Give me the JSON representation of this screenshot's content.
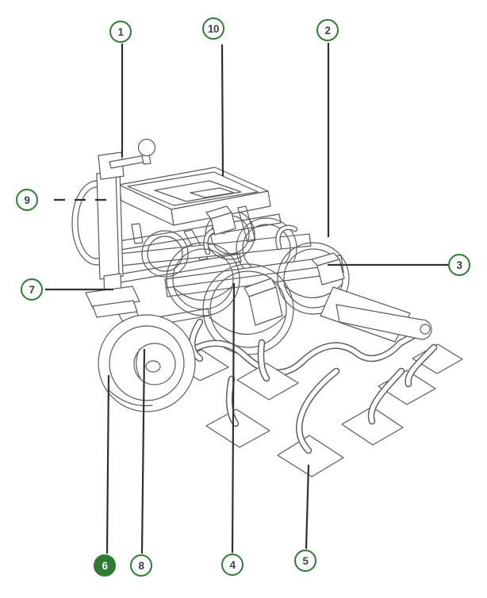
{
  "colors": {
    "callout_green": "#2E7C34",
    "callout_filled_fill": "#2E7C34",
    "callout_number": "#3F4347",
    "artwork_line": "#5A5A5A",
    "leader_line": "#303030",
    "background": "#FFFFFF"
  },
  "callouts": {
    "c1": {
      "label": "1",
      "style": "outline",
      "leader": "solid"
    },
    "c2": {
      "label": "2",
      "style": "outline",
      "leader": "solid"
    },
    "c3": {
      "label": "3",
      "style": "outline",
      "leader": "solid"
    },
    "c4": {
      "label": "4",
      "style": "outline",
      "leader": "solid"
    },
    "c5": {
      "label": "5",
      "style": "outline",
      "leader": "solid"
    },
    "c6": {
      "label": "6",
      "style": "filled",
      "leader": "solid"
    },
    "c7": {
      "label": "7",
      "style": "outline",
      "leader": "solid"
    },
    "c8": {
      "label": "8",
      "style": "outline",
      "leader": "solid"
    },
    "c9": {
      "label": "9",
      "style": "outline",
      "leader": "dashed"
    },
    "c10": {
      "label": "10",
      "style": "outline",
      "leader": "solid"
    }
  }
}
